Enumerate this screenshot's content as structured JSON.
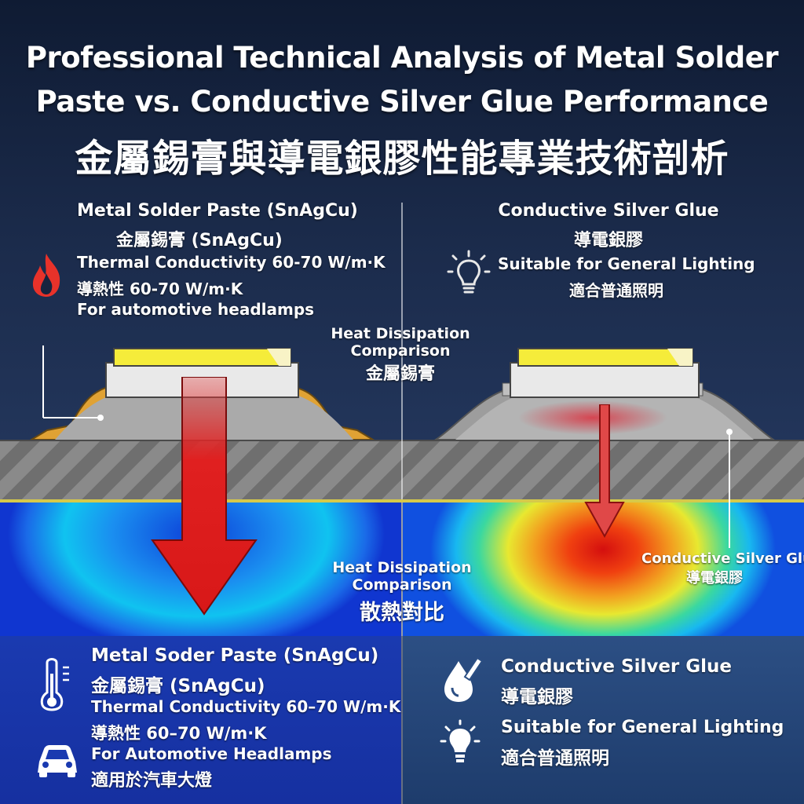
{
  "title": {
    "line1": "Professional Technical Analysis of Metal Solder",
    "line2": "Paste vs. Conductive Silver Glue Performance",
    "line3": "金屬錫膏與導電銀膠性能專業技術剖析"
  },
  "left_top": {
    "name_en": "Metal Solder Paste (SnAgCu)",
    "name_zh": "金屬錫膏 (SnAgCu)",
    "conductivity_en": "Thermal Conductivity 60-70 W/m·K",
    "conductivity_zh": "導熱性 60-70 W/m·K",
    "use_en": "For automotive headlamps",
    "icon": "flame-icon"
  },
  "right_top": {
    "name_en": "Conductive Silver Glue",
    "name_zh": "導電銀膠",
    "use_en": "Suitable for General Lighting",
    "use_zh": "適合普通照明",
    "icon": "lightbulb-icon"
  },
  "center_label_top": {
    "line1": "Heat Dissipation",
    "line2": "Comparison",
    "line3": "金屬錫膏"
  },
  "center_label_mid": {
    "line1": "Heat Dissipation",
    "line2": "Comparison",
    "line3": "散熱對比"
  },
  "right_callout": {
    "en": "Conductive Silver Glue",
    "zh": "導電銀膠"
  },
  "left_bottom": {
    "name_en": "Metal Soder Paste (SnAgCu)",
    "name_zh": "金屬錫膏 (SnAgCu)",
    "conductivity_en": "Thermal Conductivity 60–70 W/m·K",
    "conductivity_zh": "導熱性 60–70 W/m·K",
    "use_en": "For Automotive Headlamps",
    "use_zh": "適用於汽車大燈"
  },
  "right_bottom": {
    "name_en": "Conductive Silver Glue",
    "name_zh": "導電銀膠",
    "use_en": "Suitable for General Lighting",
    "use_zh": "適合普通照明"
  },
  "colors": {
    "solder": "#e0a234",
    "heat_arrow": "#e02020",
    "led_yellow": "#f5ec3a",
    "substrate": "#7c7c7c"
  }
}
